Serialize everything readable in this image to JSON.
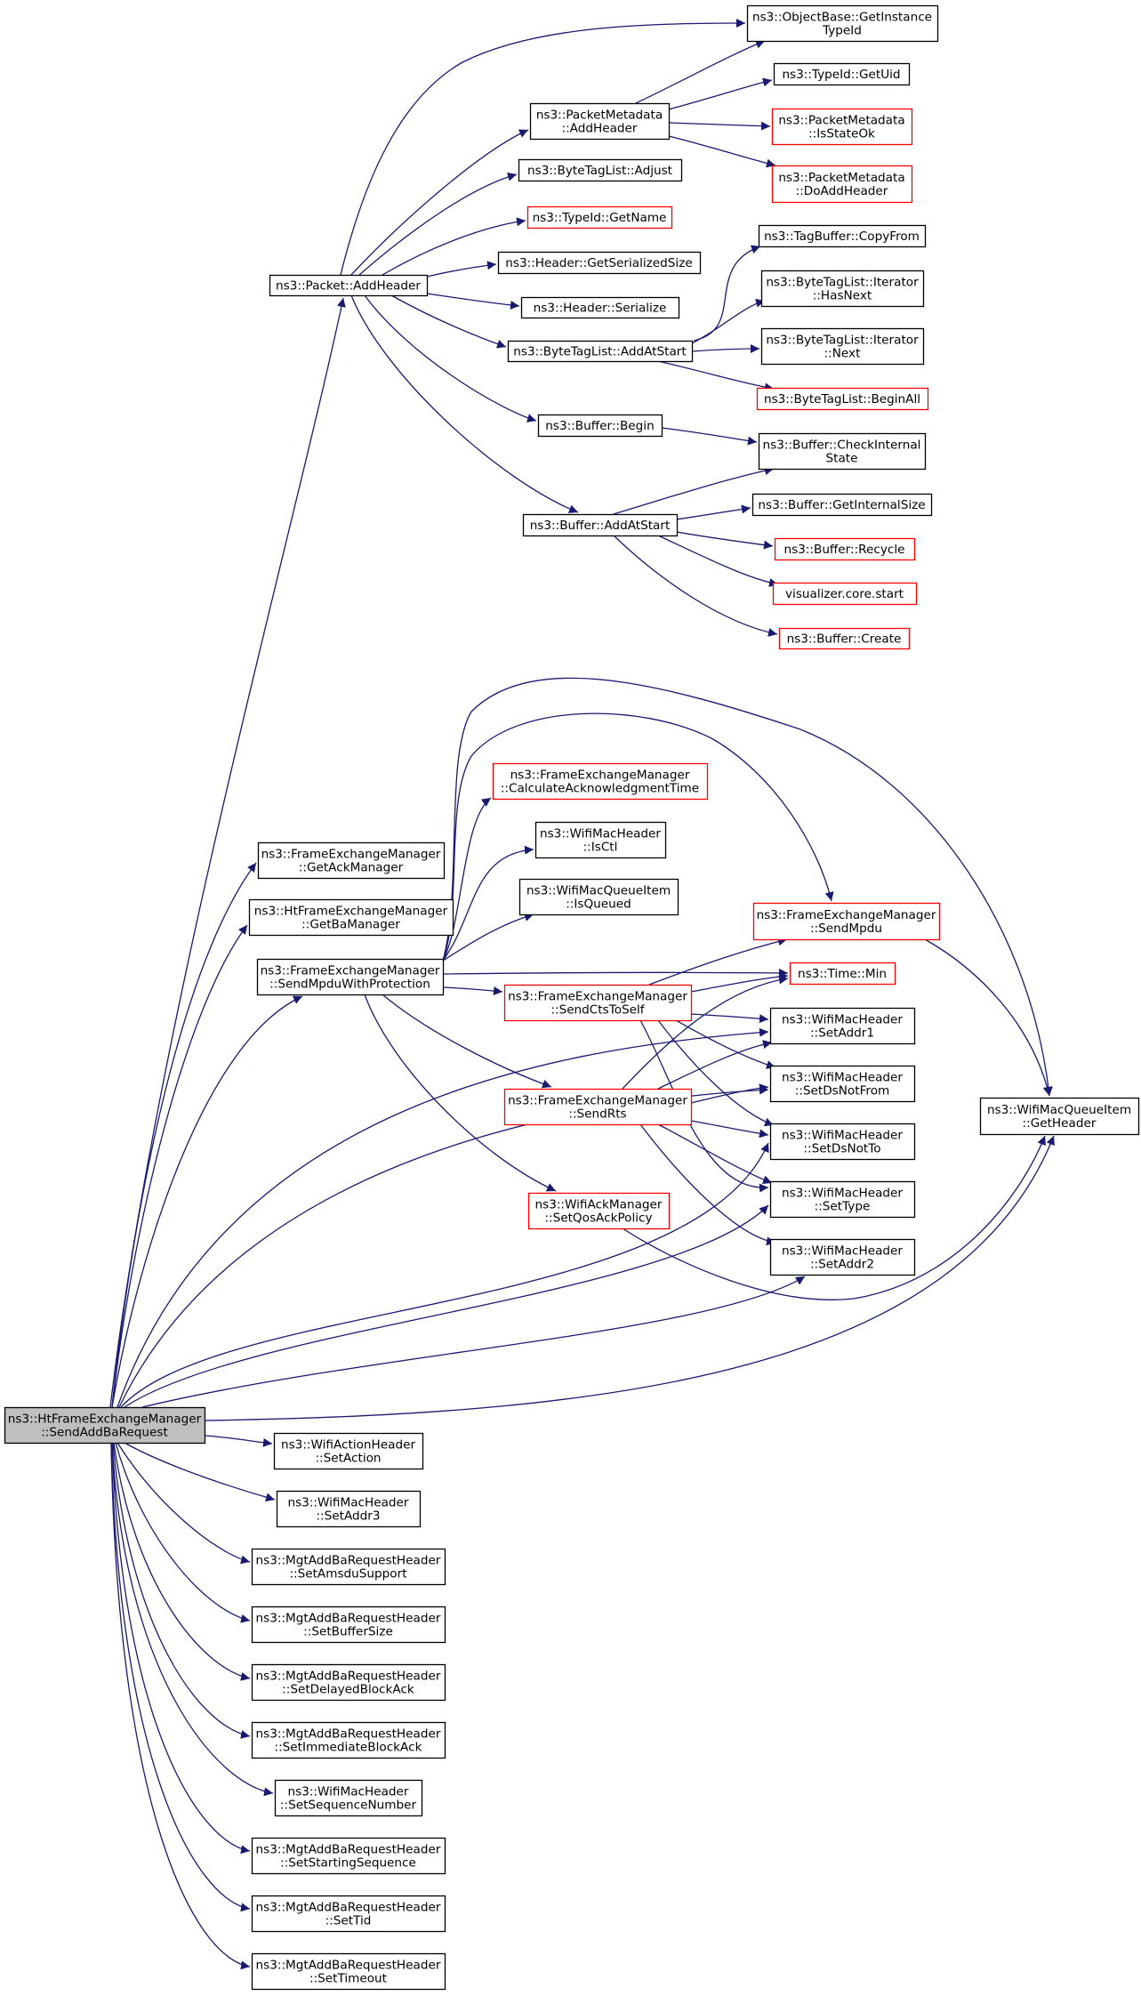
{
  "colors": {
    "edge": "#191970",
    "box_border_default": "#000000",
    "box_border_truncated": "#ff0000",
    "root_fill": "#bfbfbf",
    "box_fill": "#ffffff"
  },
  "nodes": {
    "root": {
      "lines": [
        "ns3::HtFrameExchangeManager",
        "::SendAddBaRequest"
      ],
      "highlight": true
    },
    "n_packet_addheader": {
      "lines": [
        "ns3::Packet::AddHeader"
      ]
    },
    "n_objbase_getinstance": {
      "lines": [
        "ns3::ObjectBase::GetInstance",
        "TypeId"
      ]
    },
    "n_pktmeta_addheader": {
      "lines": [
        "ns3::PacketMetadata",
        "::AddHeader"
      ]
    },
    "n_typeid_getuid": {
      "lines": [
        "ns3::TypeId::GetUid"
      ]
    },
    "n_pktmeta_isstateok": {
      "lines": [
        "ns3::PacketMetadata",
        "::IsStateOk"
      ],
      "truncated": true
    },
    "n_pktmeta_doaddheader": {
      "lines": [
        "ns3::PacketMetadata",
        "::DoAddHeader"
      ],
      "truncated": true
    },
    "n_bytetaglist_adjust": {
      "lines": [
        "ns3::ByteTagList::Adjust"
      ]
    },
    "n_typeid_getname": {
      "lines": [
        "ns3::TypeId::GetName"
      ],
      "truncated": true
    },
    "n_header_getserializedsize": {
      "lines": [
        "ns3::Header::GetSerializedSize"
      ]
    },
    "n_header_serialize": {
      "lines": [
        "ns3::Header::Serialize"
      ]
    },
    "n_bytetaglist_addatstart": {
      "lines": [
        "ns3::ByteTagList::AddAtStart"
      ]
    },
    "n_tagbuffer_copyfrom": {
      "lines": [
        "ns3::TagBuffer::CopyFrom"
      ]
    },
    "n_btl_iter_hasnext": {
      "lines": [
        "ns3::ByteTagList::Iterator",
        "::HasNext"
      ]
    },
    "n_btl_iter_next": {
      "lines": [
        "ns3::ByteTagList::Iterator",
        "::Next"
      ]
    },
    "n_btl_beginall": {
      "lines": [
        "ns3::ByteTagList::BeginAll"
      ],
      "truncated": true
    },
    "n_buffer_begin": {
      "lines": [
        "ns3::Buffer::Begin"
      ]
    },
    "n_buffer_checkinternal": {
      "lines": [
        "ns3::Buffer::CheckInternal",
        "State"
      ]
    },
    "n_buffer_addatstart": {
      "lines": [
        "ns3::Buffer::AddAtStart"
      ]
    },
    "n_buffer_getinternalsize": {
      "lines": [
        "ns3::Buffer::GetInternalSize"
      ]
    },
    "n_buffer_recycle": {
      "lines": [
        "ns3::Buffer::Recycle"
      ],
      "truncated": true
    },
    "n_visualizer_start": {
      "lines": [
        "visualizer.core.start"
      ],
      "truncated": true
    },
    "n_buffer_create": {
      "lines": [
        "ns3::Buffer::Create"
      ],
      "truncated": true
    },
    "n_fem_getackmanager": {
      "lines": [
        "ns3::FrameExchangeManager",
        "::GetAckManager"
      ]
    },
    "n_htfem_getbamanager": {
      "lines": [
        "ns3::HtFrameExchangeManager",
        "::GetBaManager"
      ]
    },
    "n_fem_sendmpduwithprotection": {
      "lines": [
        "ns3::FrameExchangeManager",
        "::SendMpduWithProtection"
      ]
    },
    "n_fem_calcacktime": {
      "lines": [
        "ns3::FrameExchangeManager",
        "::CalculateAcknowledgmentTime"
      ],
      "truncated": true
    },
    "n_wmh_isctl": {
      "lines": [
        "ns3::WifiMacHeader",
        "::IsCtl"
      ]
    },
    "n_wmqi_isqueued": {
      "lines": [
        "ns3::WifiMacQueueItem",
        "::IsQueued"
      ]
    },
    "n_fem_sendmpdu": {
      "lines": [
        "ns3::FrameExchangeManager",
        "::SendMpdu"
      ],
      "truncated": true
    },
    "n_time_min": {
      "lines": [
        "ns3::Time::Min"
      ],
      "truncated": true
    },
    "n_fem_sendctstoself": {
      "lines": [
        "ns3::FrameExchangeManager",
        "::SendCtsToSelf"
      ],
      "truncated": true
    },
    "n_wmh_setaddr1": {
      "lines": [
        "ns3::WifiMacHeader",
        "::SetAddr1"
      ]
    },
    "n_wmh_setdsnotfrom": {
      "lines": [
        "ns3::WifiMacHeader",
        "::SetDsNotFrom"
      ]
    },
    "n_wmqi_getheader": {
      "lines": [
        "ns3::WifiMacQueueItem",
        "::GetHeader"
      ]
    },
    "n_fem_sendrts": {
      "lines": [
        "ns3::FrameExchangeManager",
        "::SendRts"
      ],
      "truncated": true
    },
    "n_wmh_setdsnotto": {
      "lines": [
        "ns3::WifiMacHeader",
        "::SetDsNotTo"
      ]
    },
    "n_wackm_setqosackpolicy": {
      "lines": [
        "ns3::WifiAckManager",
        "::SetQosAckPolicy"
      ],
      "truncated": true
    },
    "n_wmh_settype": {
      "lines": [
        "ns3::WifiMacHeader",
        "::SetType"
      ]
    },
    "n_wmh_setaddr2": {
      "lines": [
        "ns3::WifiMacHeader",
        "::SetAddr2"
      ]
    },
    "n_wah_setaction": {
      "lines": [
        "ns3::WifiActionHeader",
        "::SetAction"
      ]
    },
    "n_wmh_setaddr3": {
      "lines": [
        "ns3::WifiMacHeader",
        "::SetAddr3"
      ]
    },
    "n_mabrh_setamsdusupport": {
      "lines": [
        "ns3::MgtAddBaRequestHeader",
        "::SetAmsduSupport"
      ]
    },
    "n_mabrh_setbuffersize": {
      "lines": [
        "ns3::MgtAddBaRequestHeader",
        "::SetBufferSize"
      ]
    },
    "n_mabrh_setdelayedblockack": {
      "lines": [
        "ns3::MgtAddBaRequestHeader",
        "::SetDelayedBlockAck"
      ]
    },
    "n_mabrh_setimmediateblockack": {
      "lines": [
        "ns3::MgtAddBaRequestHeader",
        "::SetImmediateBlockAck"
      ]
    },
    "n_wmh_setsequencenumber": {
      "lines": [
        "ns3::WifiMacHeader",
        "::SetSequenceNumber"
      ]
    },
    "n_mabrh_setstartingsequence": {
      "lines": [
        "ns3::MgtAddBaRequestHeader",
        "::SetStartingSequence"
      ]
    },
    "n_mabrh_settid": {
      "lines": [
        "ns3::MgtAddBaRequestHeader",
        "::SetTid"
      ]
    },
    "n_mabrh_settimeout": {
      "lines": [
        "ns3::MgtAddBaRequestHeader",
        "::SetTimeout"
      ]
    }
  }
}
